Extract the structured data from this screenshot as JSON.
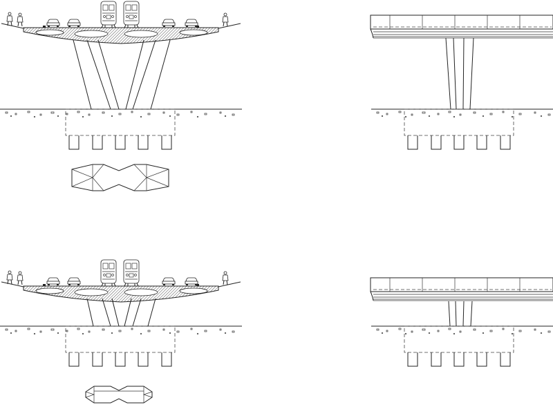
{
  "drawings": [
    {
      "id": "bridge-cross-section-a",
      "view": "cross-section",
      "pier": "wide-v-pier"
    },
    {
      "id": "bridge-side-view-a",
      "view": "side-elevation",
      "pier": "slender-pier"
    },
    {
      "id": "bridge-cross-section-b",
      "view": "cross-section",
      "pier": "short-v-pier"
    },
    {
      "id": "bridge-side-view-b",
      "view": "side-elevation",
      "pier": "short-pier"
    }
  ],
  "pier_plans": [
    {
      "id": "pier-plan-a",
      "shape": "double-hexagon-wide"
    },
    {
      "id": "pier-plan-b",
      "shape": "double-hexagon-narrow"
    }
  ],
  "colors": {
    "line": "#222222",
    "hatch": "#555555",
    "background": "#ffffff"
  }
}
